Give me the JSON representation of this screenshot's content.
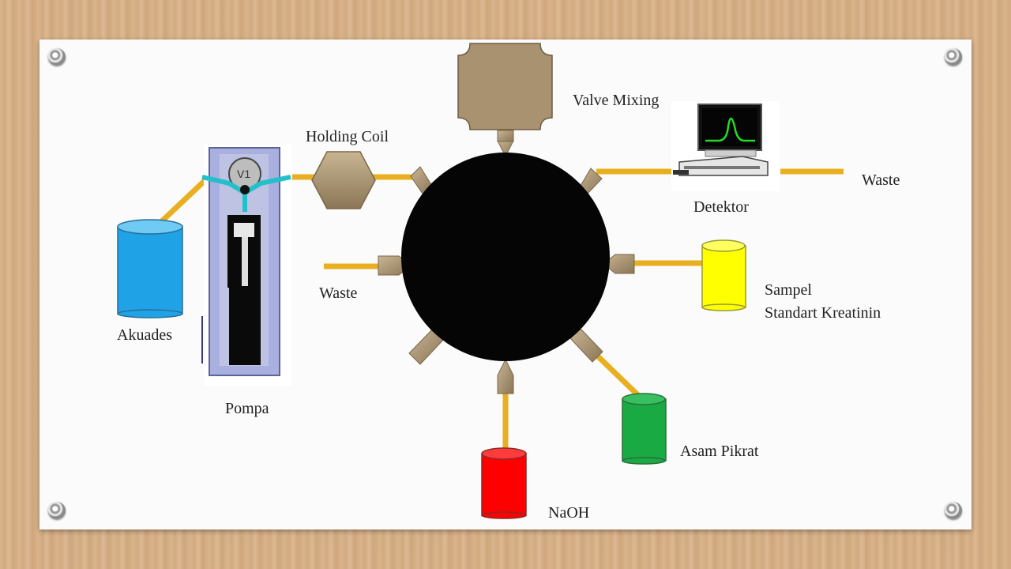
{
  "labels": {
    "valve_mixing": "Valve Mixing",
    "holding_coil": "Holding Coil",
    "detektor": "Detektor",
    "waste_right": "Waste",
    "waste_left": "Waste",
    "sampel": "Sampel",
    "standart": "Standart Kreatinin",
    "akuades": "Akuades",
    "pompa": "Pompa",
    "asam_pikrat": "Asam Pikrat",
    "naoh": "NaOH",
    "pump_badge": "V1"
  },
  "colors": {
    "tube": "#e8b020",
    "valve_body": "#050505",
    "port": "#a08c6a",
    "akuades": "#1fa3e6",
    "sampel": "#ffff00",
    "asam_pikrat": "#1aaa44",
    "naoh": "#ff0000",
    "pump_frame": "#a9b0df",
    "pump_arms": "#22c0c8"
  }
}
